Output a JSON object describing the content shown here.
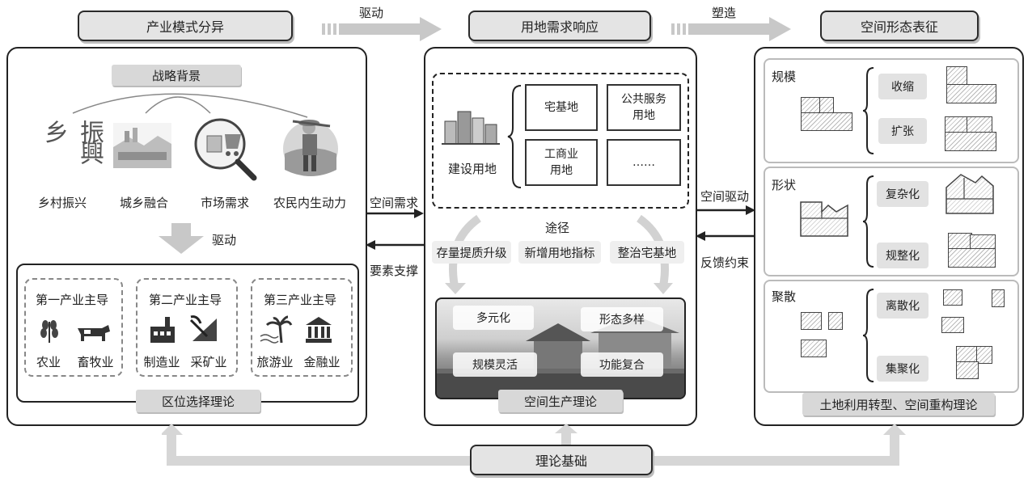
{
  "headers": {
    "left": "产业模式分异",
    "middle": "用地需求响应",
    "right": "空间形态表征"
  },
  "top_arrows": {
    "left_label": "驱动",
    "right_label": "塑造"
  },
  "left": {
    "strategy_title": "战略背景",
    "icons": [
      "乡村振兴",
      "城乡融合",
      "市场需求",
      "农民内生动力"
    ],
    "calligraphy": "振興乡",
    "drive_label": "驱动",
    "industries": [
      {
        "title": "第一产业主导",
        "items": [
          "农业",
          "畜牧业"
        ]
      },
      {
        "title": "第二产业主导",
        "items": [
          "制造业",
          "采矿业"
        ]
      },
      {
        "title": "第三产业主导",
        "items": [
          "旅游业",
          "金融业"
        ]
      }
    ],
    "theory": "区位选择理论"
  },
  "middle": {
    "construction_label": "建设用地",
    "land_boxes": [
      "宅基地",
      "公共服务\n用地",
      "工商业\n用地",
      "……"
    ],
    "path_label": "途径",
    "paths": [
      "存量提质升级",
      "新增用地指标",
      "整治宅基地"
    ],
    "features": [
      "多元化",
      "形态多样",
      "规模灵活",
      "功能复合"
    ],
    "theory": "空间生产理论"
  },
  "right": {
    "sections": [
      {
        "title": "规模",
        "options": [
          "收缩",
          "扩张"
        ]
      },
      {
        "title": "形状",
        "options": [
          "复杂化",
          "规整化"
        ]
      },
      {
        "title": "聚散",
        "options": [
          "离散化",
          "集聚化"
        ]
      }
    ],
    "theory": "土地利用转型、空间重构理论"
  },
  "connectors": {
    "space_demand": "空间需求",
    "factor_support": "要素支撑",
    "space_drive": "空间驱动",
    "feedback": "反馈约束"
  },
  "bottom": {
    "theory_base": "理论基础"
  }
}
